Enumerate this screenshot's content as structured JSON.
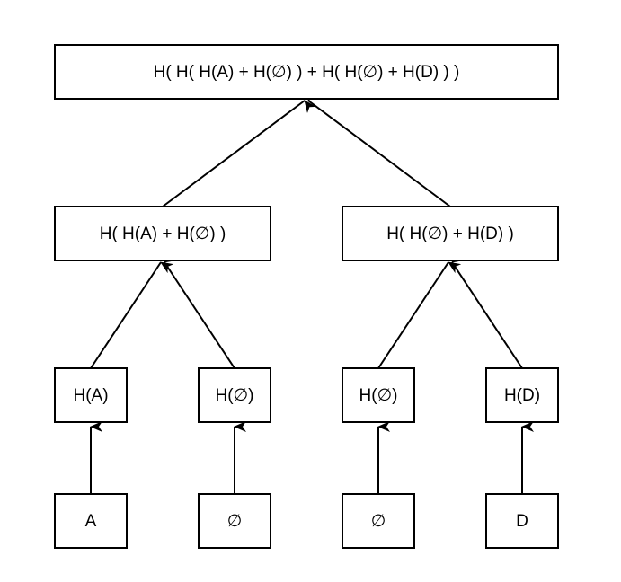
{
  "nodes": {
    "root": {
      "label": "H( H( H(A) + H(∅) ) + H( H(∅) + H(D) ) )"
    },
    "mid_left": {
      "label": "H( H(A) + H(∅) )"
    },
    "mid_right": {
      "label": "H( H(∅) + H(D) )"
    },
    "hash_a": {
      "label": "H(A)"
    },
    "hash_empty_1": {
      "label": "H(∅)"
    },
    "hash_empty_2": {
      "label": "H(∅)"
    },
    "hash_d": {
      "label": "H(D)"
    },
    "leaf_a": {
      "label": "A"
    },
    "leaf_empty_1": {
      "label": "∅"
    },
    "leaf_empty_2": {
      "label": "∅"
    },
    "leaf_d": {
      "label": "D"
    }
  },
  "edges": [
    {
      "from": "leaf_a",
      "to": "hash_a"
    },
    {
      "from": "leaf_empty_1",
      "to": "hash_empty_1"
    },
    {
      "from": "leaf_empty_2",
      "to": "hash_empty_2"
    },
    {
      "from": "leaf_d",
      "to": "hash_d"
    },
    {
      "from": "hash_a",
      "to": "mid_left"
    },
    {
      "from": "hash_empty_1",
      "to": "mid_left"
    },
    {
      "from": "hash_empty_2",
      "to": "mid_right"
    },
    {
      "from": "hash_d",
      "to": "mid_right"
    },
    {
      "from": "mid_left",
      "to": "root"
    },
    {
      "from": "mid_right",
      "to": "root"
    }
  ],
  "colors": {
    "stroke": "#000000",
    "fill": "#ffffff",
    "text": "#000000"
  }
}
